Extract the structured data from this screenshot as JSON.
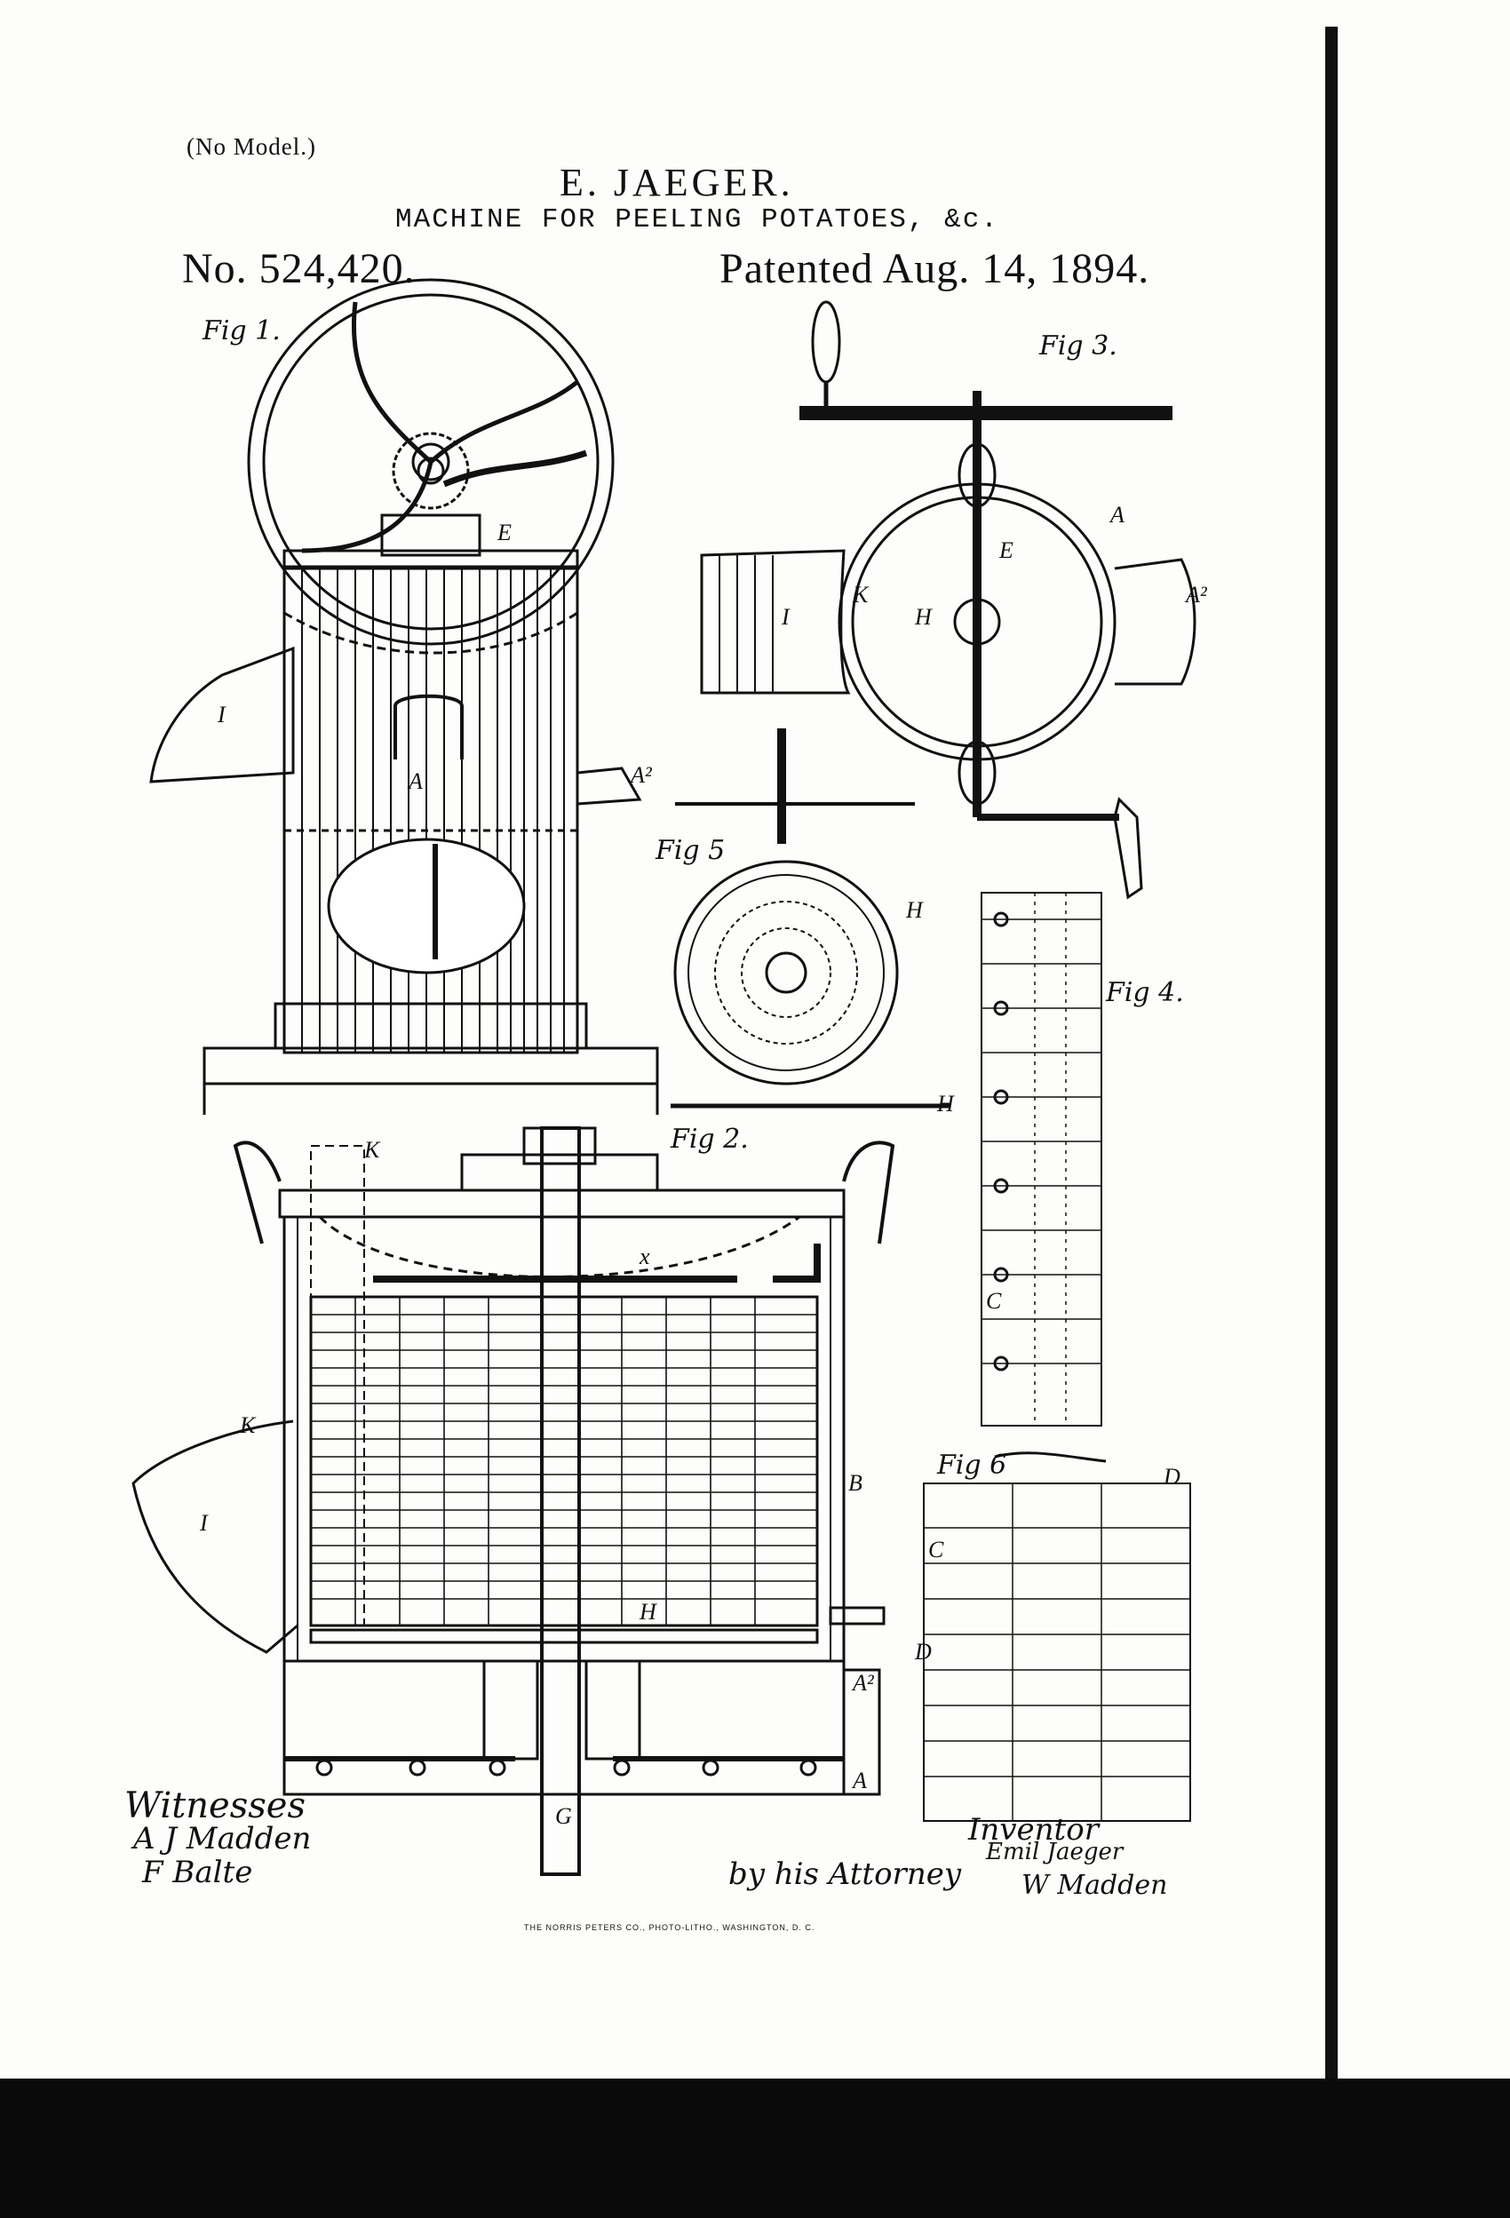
{
  "header": {
    "no_model": "(No Model.)",
    "inventor_name": "E. JAEGER.",
    "title": "MACHINE FOR PEELING POTATOES, &c.",
    "patent_number": "No. 524,420.",
    "patent_date": "Patented Aug. 14, 1894."
  },
  "figures": {
    "fig1": "Fig 1.",
    "fig2": "Fig 2.",
    "fig3": "Fig 3.",
    "fig4": "Fig 4.",
    "fig5": "Fig 5",
    "fig6": "Fig 6"
  },
  "signatures": {
    "witnesses_label": "Witnesses",
    "witness_1": "A J Madden",
    "witness_2": "F Balte",
    "inventor_label": "Inventor",
    "inventor_signature": "Emil Jaeger",
    "attorney_line": "by his Attorney",
    "attorney_signature": "W Madden"
  },
  "footer": {
    "printer": "THE NORRIS PETERS CO., PHOTO-LITHO., WASHINGTON, D. C."
  },
  "colors": {
    "ink": "#111111",
    "paper": "#fdfdfb",
    "scan_border": "#0a0a0a"
  }
}
